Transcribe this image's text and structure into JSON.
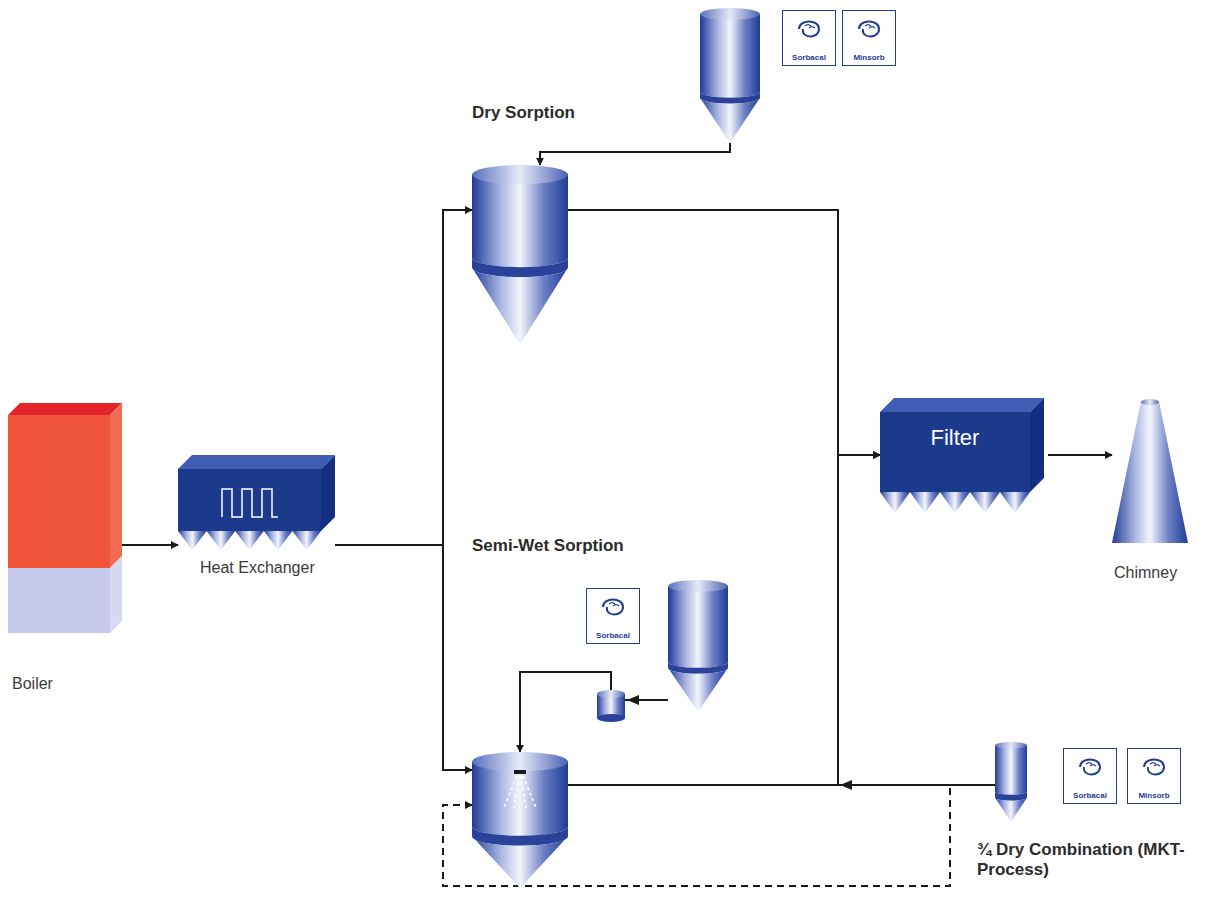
{
  "diagram": {
    "nodes": [
      {
        "text": [
          "Boiler"
        ]
      },
      {
        "text": [
          "Heat Exchanger"
        ]
      },
      {
        "text": [
          "Dry Sorption"
        ]
      },
      {
        "text": [
          "Sorbacal",
          "Minsorb"
        ]
      },
      {
        "text": [
          "Semi-Wet Sorption"
        ]
      },
      {
        "text": [
          "Sorbacal"
        ]
      },
      {
        "text": [
          "Filter"
        ]
      },
      {
        "text": [
          "Chimney"
        ]
      },
      {
        "text": [
          "Sorbacal",
          "Minsorb",
          "¾ Dry Combination (MKT-Process)"
        ]
      }
    ],
    "edges": [
      {
        "from": 0,
        "to": 1,
        "arrow": "to"
      },
      {
        "from": 1,
        "to": 2,
        "arrow": "to"
      },
      {
        "from": 1,
        "to": 4,
        "arrow": "to"
      },
      {
        "from": 3,
        "to": 2,
        "arrow": "to"
      },
      {
        "from": 2,
        "to": 6,
        "arrow": "to"
      },
      {
        "from": 4,
        "to": 6,
        "arrow": "to"
      },
      {
        "from": 5,
        "to": 4,
        "arrow": "to"
      },
      {
        "from": 8,
        "to": 6,
        "arrow": "to"
      },
      {
        "from": 8,
        "to": 4,
        "arrow": "to"
      },
      {
        "from": 6,
        "to": 7,
        "arrow": "to"
      }
    ]
  }
}
